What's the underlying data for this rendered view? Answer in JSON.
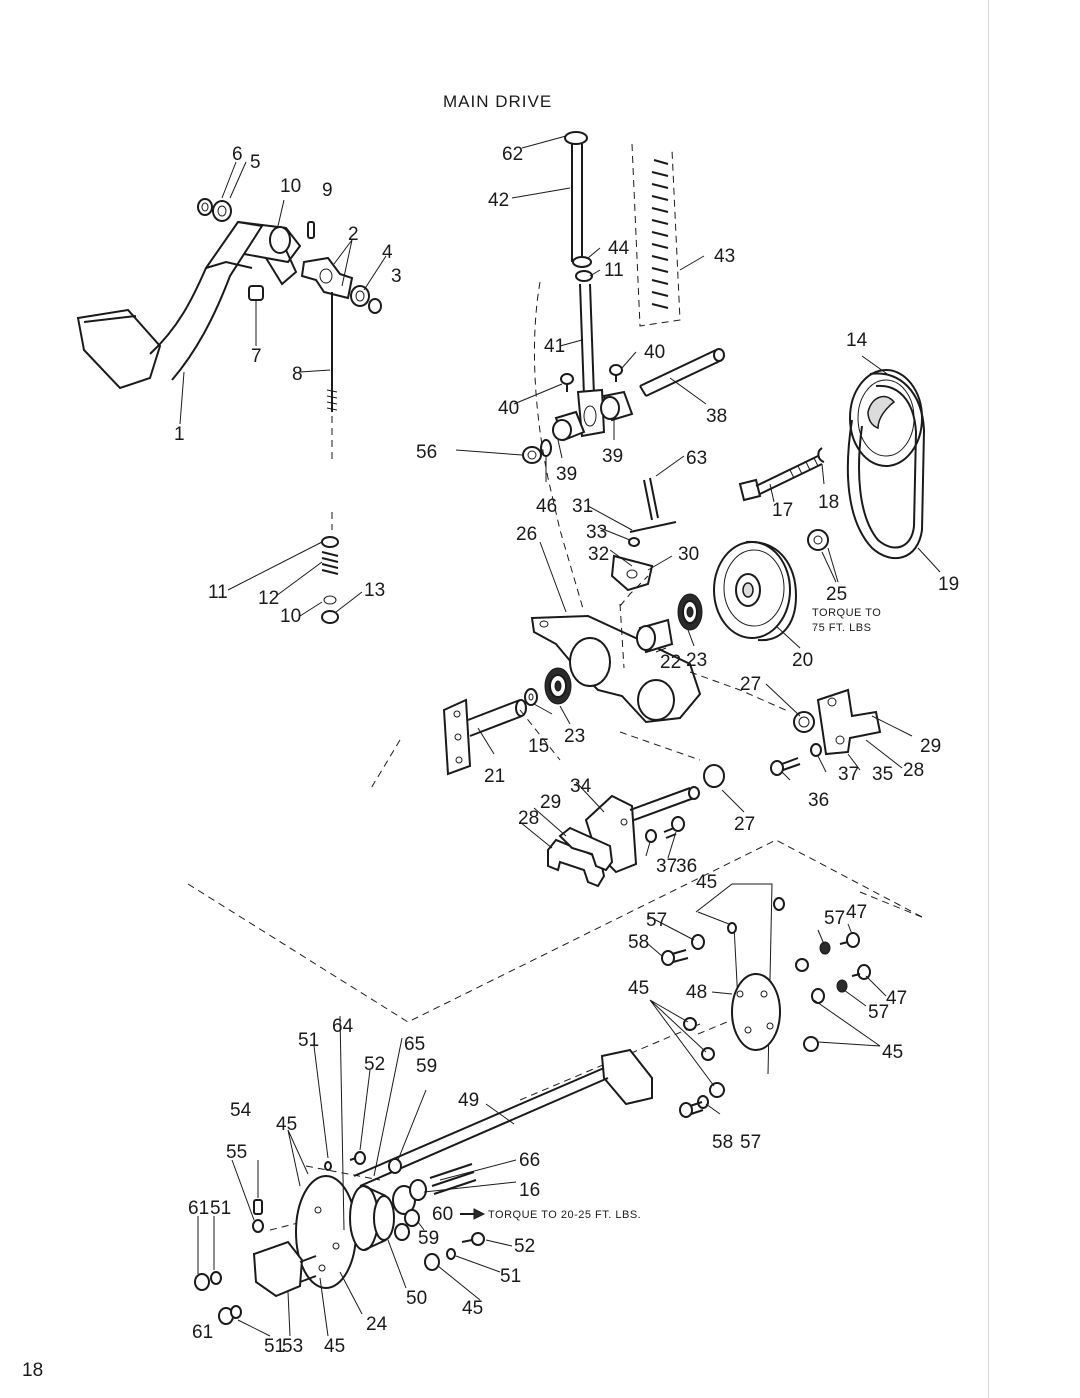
{
  "page": {
    "title": "MAIN DRIVE",
    "page_number": "18"
  },
  "notes": {
    "torque_25_line1": "TORQUE TO",
    "torque_25_line2": "75 FT. LBS",
    "torque_60": "TORQUE TO 20-25 FT. LBS."
  },
  "callouts": {
    "c1": "1",
    "c2": "2",
    "c3": "3",
    "c4": "4",
    "c5": "5",
    "c6": "6",
    "c7": "7",
    "c8": "8",
    "c9": "9",
    "c10a": "10",
    "c10b": "10",
    "c11a": "11",
    "c11b": "11",
    "c12": "12",
    "c13": "13",
    "c14": "14",
    "c15": "15",
    "c16": "16",
    "c17": "17",
    "c18": "18",
    "c19": "19",
    "c20": "20",
    "c21": "21",
    "c22": "22",
    "c23a": "23",
    "c23b": "23",
    "c24": "24",
    "c25": "25",
    "c26": "26",
    "c27a": "27",
    "c27b": "27",
    "c28a": "28",
    "c28b": "28",
    "c29a": "29",
    "c29b": "29",
    "c30": "30",
    "c31": "31",
    "c32": "32",
    "c33": "33",
    "c34": "34",
    "c35": "35",
    "c36a": "36",
    "c36b": "36",
    "c37a": "37",
    "c37b": "37",
    "c38": "38",
    "c39a": "39",
    "c39b": "39",
    "c40a": "40",
    "c40b": "40",
    "c41": "41",
    "c42": "42",
    "c43": "43",
    "c44": "44",
    "c45a": "45",
    "c45b": "45",
    "c45c": "45",
    "c45d": "45",
    "c45e": "45",
    "c45f": "45",
    "c46": "46",
    "c47a": "47",
    "c47b": "47",
    "c48": "48",
    "c49": "49",
    "c50": "50",
    "c51a": "51",
    "c51b": "51",
    "c51c": "51",
    "c51d": "51",
    "c52a": "52",
    "c52b": "52",
    "c53": "53",
    "c54": "54",
    "c55": "55",
    "c56": "56",
    "c57a": "57",
    "c57b": "57",
    "c57c": "57",
    "c57d": "57",
    "c58a": "58",
    "c58b": "58",
    "c59a": "59",
    "c59b": "59",
    "c60": "60",
    "c61a": "61",
    "c61b": "61",
    "c62": "62",
    "c63": "63",
    "c64": "64",
    "c65": "65",
    "c66": "66"
  }
}
